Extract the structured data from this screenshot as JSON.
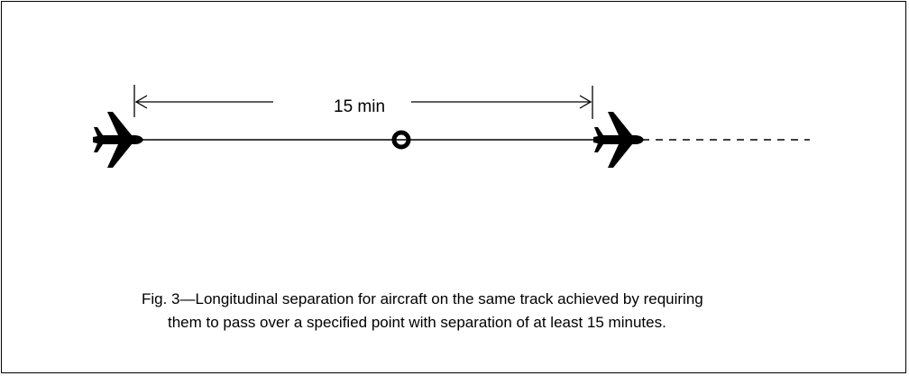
{
  "diagram": {
    "separation_label": "15 min",
    "caption_line1": "Fig. 3—Longitudinal separation for aircraft on the same track achieved by requiring",
    "caption_line2": "them to pass over a specified point with separation of at least 15 minutes.",
    "colors": {
      "ink": "#000000",
      "background": "#ffffff"
    },
    "icons": [
      "aircraft-icon",
      "reporting-point-icon"
    ]
  }
}
